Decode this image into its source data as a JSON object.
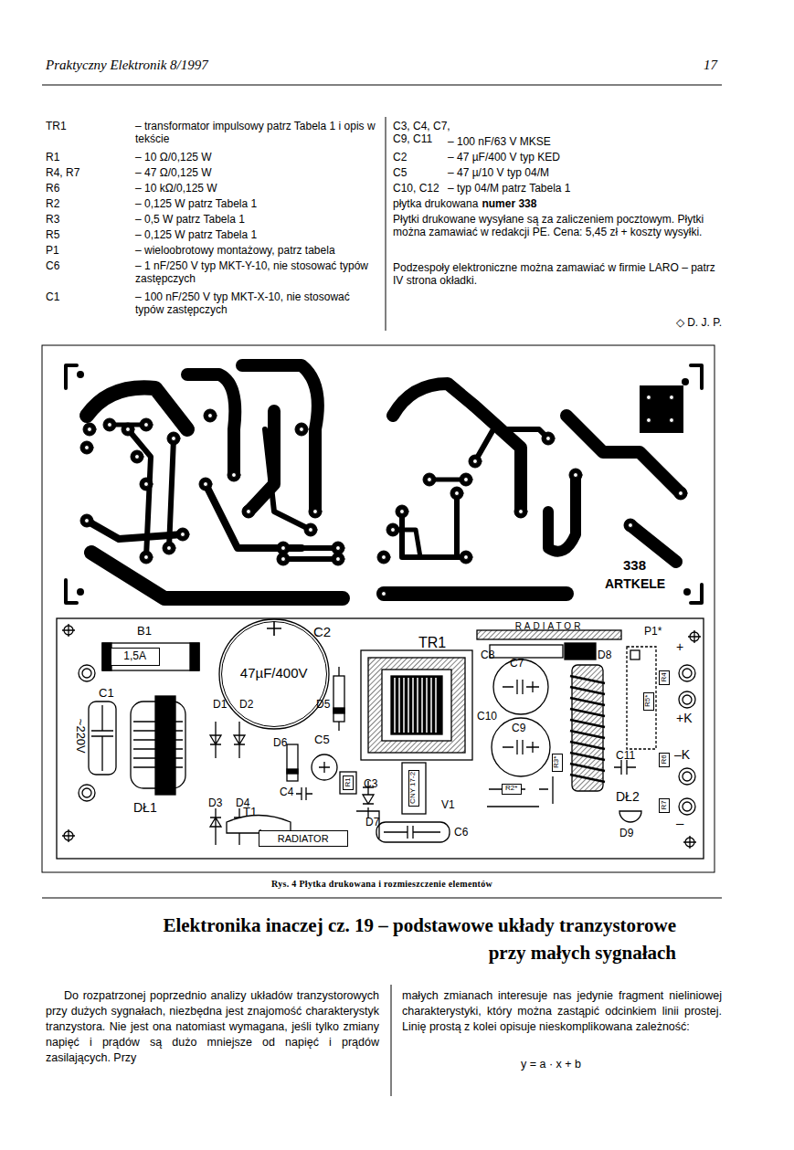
{
  "diagram": {
    "title": "Elektronika inaczej cz. 19 – podstawowe układy tranzystorowe przy małych sygnałach",
    "caption": "Rys. 4 Płytka drukowana i rozmieszczenie elementów",
    "nodes": [
      {
        "text": [
          "1,5A"
        ]
      },
      {
        "text": [
          "47µF/400V"
        ]
      },
      {
        "text": [
          "RADIATOR"
        ]
      },
      {
        "text": [
          "CNY 17-2"
        ]
      },
      {
        "text": [
          "R1"
        ]
      },
      {
        "text": [
          "R2*"
        ]
      },
      {
        "text": [
          "R3*"
        ]
      },
      {
        "text": [
          "R4"
        ]
      },
      {
        "text": [
          "R5*"
        ]
      },
      {
        "text": [
          "R6"
        ]
      },
      {
        "text": [
          "R7"
        ]
      }
    ],
    "labels": [
      "Praktyczny Elektronik 8/1997",
      "17",
      "TR1",
      "– transformator impulsowy patrz Tabela 1 i opis w tekście",
      "R1",
      "– 10 Ω/0,125 W",
      "R4, R7",
      "– 47 Ω/0,125 W",
      "R6",
      "– 10 kΩ/0,125 W",
      "R2",
      "– 0,125 W patrz Tabela 1",
      "R3",
      "– 0,5 W patrz Tabela 1",
      "R5",
      "– 0,125 W patrz Tabela 1",
      "P1",
      "– wieloobrotowy montażowy, patrz tabela",
      "C6",
      "– 1 nF/250 V typ MKT-Y-10, nie stosować typów zastępczych",
      "C1",
      "– 100 nF/250 V typ MKT-X-10, nie stosować typów zastępczych",
      "C3, C4, C7, C9, C11",
      "– 100 nF/63 V MKSE",
      "C2",
      "– 47 µF/400 V typ KED",
      "C5",
      "– 47 µ/10 V typ 04/M",
      "C10, C12",
      "– typ 04/M patrz Tabela 1",
      "płytka drukowana",
      "numer 338",
      "Płytki drukowane wysyłane są za zaliczeniem pocztowym. Płytki można zamawiać w redakcji PE. Cena: 5,45 zł + koszty wysyłki.",
      "Podzespoły elektroniczne można zamawiać w firmie LARO – patrz IV strona okładki.",
      "◇ D. J. P.",
      "338",
      "ARTKELE",
      "B1",
      "C1",
      "~220V",
      "C2",
      "TR1",
      "RADIATOR",
      "C8",
      "C7",
      "D8",
      "P1*",
      "+",
      "D5",
      "D1",
      "D2",
      "C10",
      "C9",
      "+K",
      "D6",
      "C5",
      "–K",
      "C4",
      "C3",
      "V1",
      "C11",
      "DŁ1",
      "D3",
      "D4",
      "T1",
      "D7",
      "C6",
      "DŁ2",
      "D9",
      "–",
      "Do rozpatrzonej poprzednio analizy układów tranzystorowych przy dużych sygnałach, niezbędna jest znajomość charakterystyk tranzystora. Nie jest ona natomiast wymagana, jeśli tylko zmiany napięć i prądów są dużo mniejsze od napięć i prądów zasilających. Przy",
      "małych zmianach interesuje nas jedynie fragment nieliniowej charakterystyki, który można zastąpić odcinkiem linii prostej. Linię prostą z kolei opisuje nieskomplikowana zależność:",
      "y = a · x + b"
    ]
  }
}
